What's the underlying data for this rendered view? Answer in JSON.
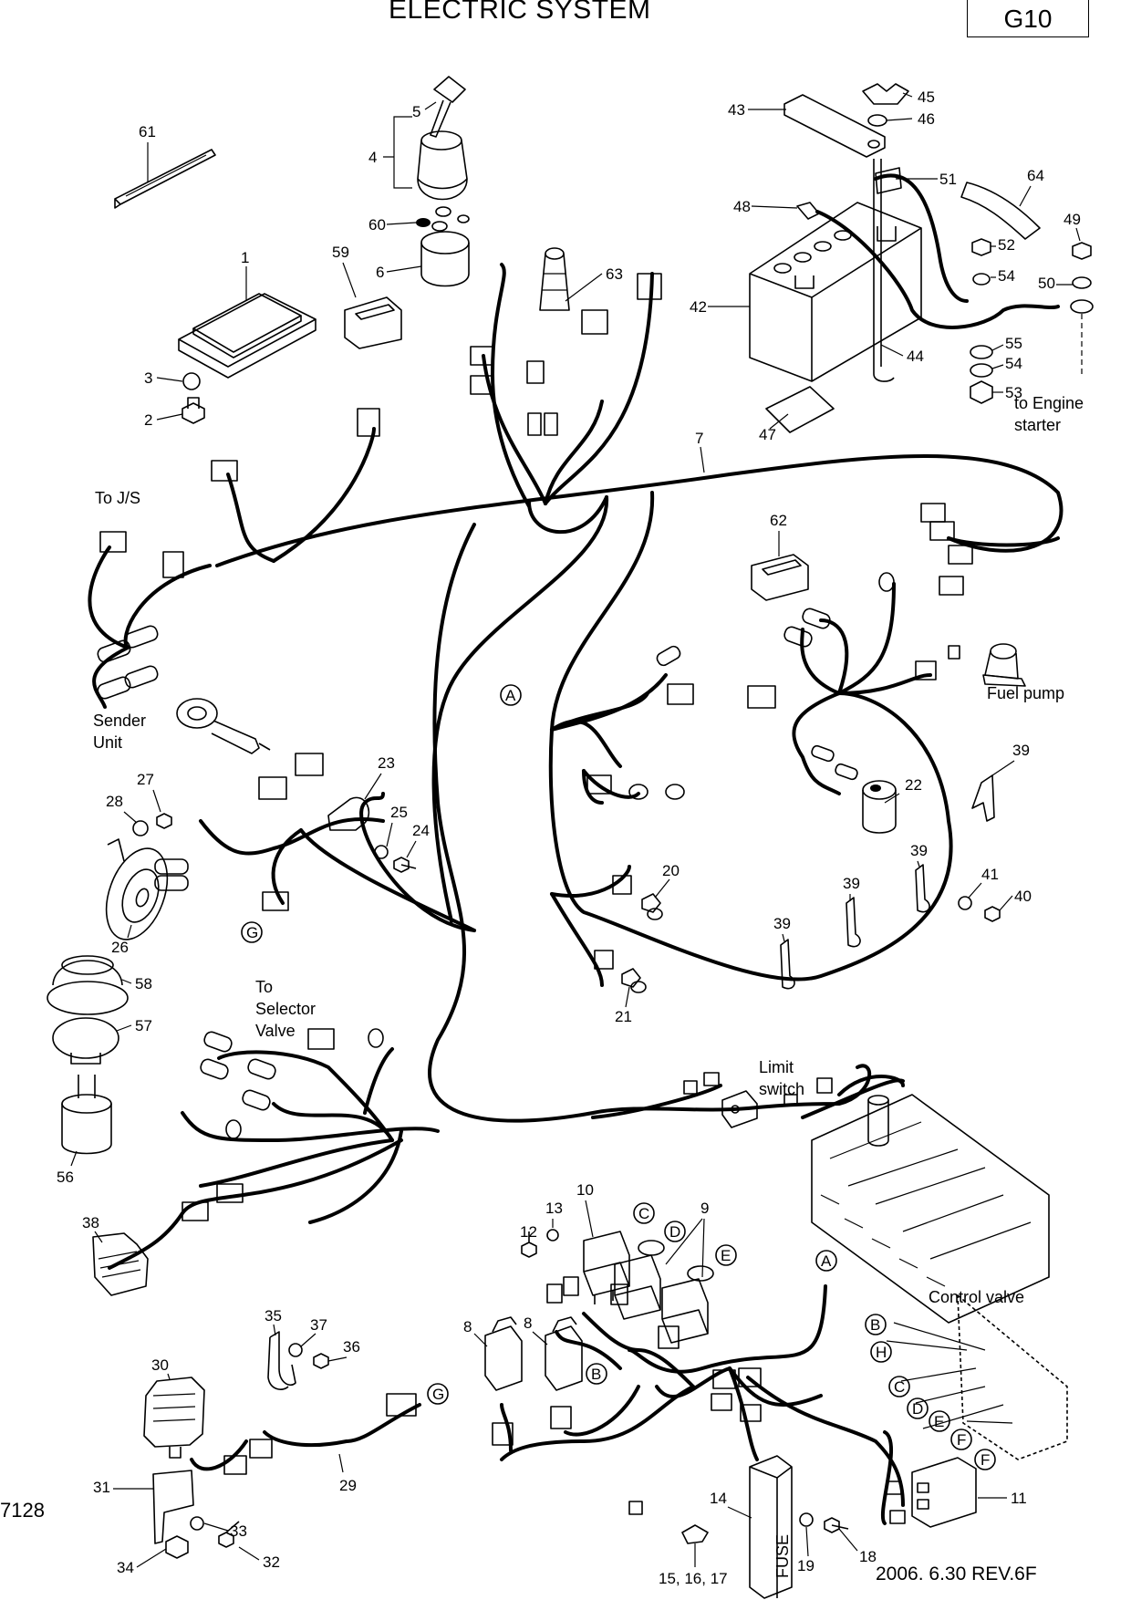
{
  "title": "ELECTRIC SYSTEM",
  "page_code": "G10",
  "document_number": "7128",
  "revision": "2006. 6.30 REV.6F",
  "part_numbers": [
    "1",
    "2",
    "3",
    "4",
    "5",
    "6",
    "7",
    "8",
    "8",
    "9",
    "10",
    "11",
    "12",
    "13",
    "14",
    "15, 16, 17",
    "18",
    "19",
    "20",
    "21",
    "22",
    "23",
    "24",
    "25",
    "26",
    "27",
    "28",
    "29",
    "30",
    "31",
    "32",
    "33",
    "34",
    "35",
    "36",
    "37",
    "38",
    "39",
    "39",
    "39",
    "39",
    "40",
    "41",
    "42",
    "43",
    "44",
    "45",
    "46",
    "47",
    "48",
    "49",
    "50",
    "51",
    "52",
    "53",
    "54",
    "54",
    "55",
    "56",
    "57",
    "58",
    "59",
    "60",
    "61",
    "62",
    "63",
    "64"
  ],
  "callout_letters": [
    "A",
    "A",
    "B",
    "B",
    "C",
    "C",
    "D",
    "D",
    "E",
    "E",
    "F",
    "F",
    "G",
    "G",
    "H"
  ],
  "annotations": {
    "to_js": "To J/S",
    "sender_unit": [
      "Sender",
      "Unit"
    ],
    "to_selector_valve": [
      "To",
      "Selector",
      "Valve"
    ],
    "limit_switch": [
      "Limit",
      "switch"
    ],
    "fuel_pump": "Fuel pump",
    "to_engine_starter": [
      "to Engine",
      "starter"
    ],
    "control_valve": "Control valve",
    "fuse_label": "FUSE"
  }
}
